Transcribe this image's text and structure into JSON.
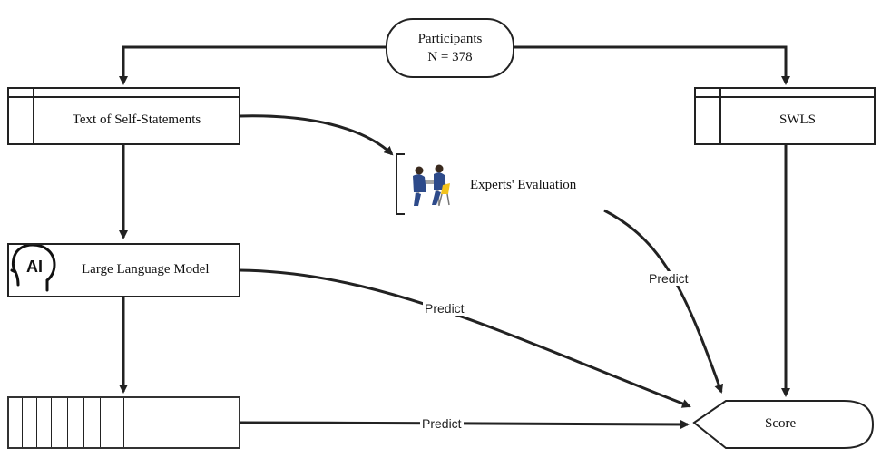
{
  "participants": {
    "line1": "Participants",
    "line2": "N = 378"
  },
  "text_box": {
    "label": "Text of Self-Statements"
  },
  "swls_box": {
    "label": "SWLS"
  },
  "experts": {
    "label": "Experts' Evaluation",
    "icon": "experts-meeting-icon"
  },
  "llm": {
    "label": "Large Language Model",
    "icon": "ai-head-icon",
    "icon_text": "AI"
  },
  "embeddings": {
    "icon": "vector-strip-icon"
  },
  "score": {
    "label": "Score"
  },
  "edges": {
    "predict_llm": "Predict",
    "predict_experts": "Predict",
    "predict_embeddings": "Predict"
  },
  "colors": {
    "stroke": "#222222",
    "chair": "#f2c21b",
    "suit": "#2d4a8a"
  }
}
